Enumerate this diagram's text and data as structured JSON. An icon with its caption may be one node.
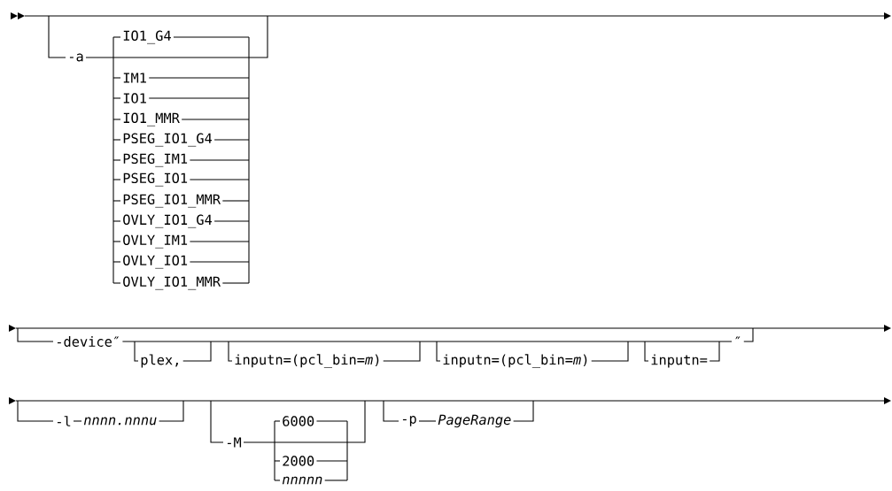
{
  "diagram": {
    "labels": [
      "-a",
      "IO1_G4",
      "IM1",
      "IO1",
      "IO1_MMR",
      "PSEG_IO1_G4",
      "PSEG_IM1",
      "PSEG_IO1",
      "PSEG_IO1_MMR",
      "OVLY_IO1_G4",
      "OVLY_IM1",
      "OVLY_IO1",
      "OVLY_IO1_MMR",
      "-device″",
      "plex,",
      "inputn=(pcl_bin=*m*)",
      "inputn=(pcl_bin=*m*)",
      "inputn=",
      "″",
      "-l",
      "nnnn.nnnu",
      "-M",
      "6000",
      "2000",
      "nnnnn",
      "-p",
      "PageRange"
    ]
  }
}
